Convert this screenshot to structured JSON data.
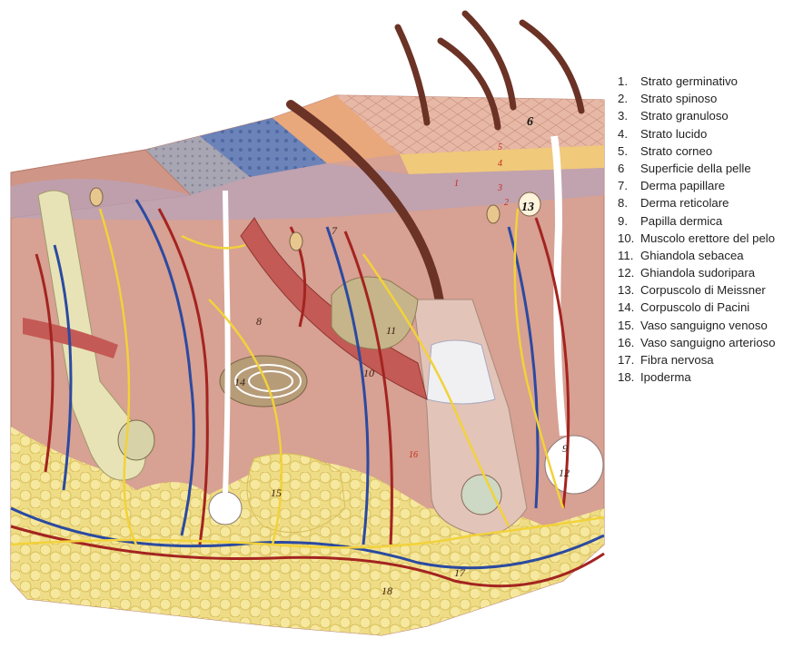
{
  "legend": [
    {
      "num": "1.",
      "label": "Strato germinativo"
    },
    {
      "num": "2.",
      "label": "Strato spinoso"
    },
    {
      "num": "3.",
      "label": "Strato granuloso"
    },
    {
      "num": "4.",
      "label": "Strato lucido"
    },
    {
      "num": "5.",
      "label": "Strato corneo"
    },
    {
      "num": "6",
      "label": "Superficie della pelle"
    },
    {
      "num": "7.",
      "label": "Derma papillare"
    },
    {
      "num": "8.",
      "label": "Derma reticolare"
    },
    {
      "num": "9.",
      "label": "Papilla dermica"
    },
    {
      "num": "10.",
      "label": "Muscolo erettore del pelo"
    },
    {
      "num": "11.",
      "label": "Ghiandola sebacea"
    },
    {
      "num": "12.",
      "label": "Ghiandola sudoripara"
    },
    {
      "num": "13.",
      "label": "Corpuscolo di Meissner"
    },
    {
      "num": "14.",
      "label": "Corpuscolo di Pacini"
    },
    {
      "num": "15.",
      "label": "Vaso sanguigno venoso"
    },
    {
      "num": "16.",
      "label": "Vaso sanguigno arterioso"
    },
    {
      "num": "17.",
      "label": "Fibra nervosa"
    },
    {
      "num": "18.",
      "label": "Ipoderma"
    }
  ],
  "figure_tags": {
    "t1": "1",
    "t2": "2",
    "t3": "3",
    "t4": "4",
    "t5": "5",
    "t6": "6",
    "t7": "7",
    "t8": "8",
    "t9": "9",
    "t10": "10",
    "t11": "11",
    "t12": "12",
    "t13": "13",
    "t14": "14",
    "t15": "15",
    "t16": "16",
    "t17": "17",
    "t18": "18"
  },
  "colors": {
    "dermis": "#d7a193",
    "epidermis": "#e6b3a0",
    "hypodermis_fat": "#f1e08a",
    "vein": "#2b4aa0",
    "artery": "#a32420",
    "nerve": "#f2d23a",
    "hair": "#6b3226",
    "muscle": "#c45a55",
    "gland": "#ffffff"
  }
}
